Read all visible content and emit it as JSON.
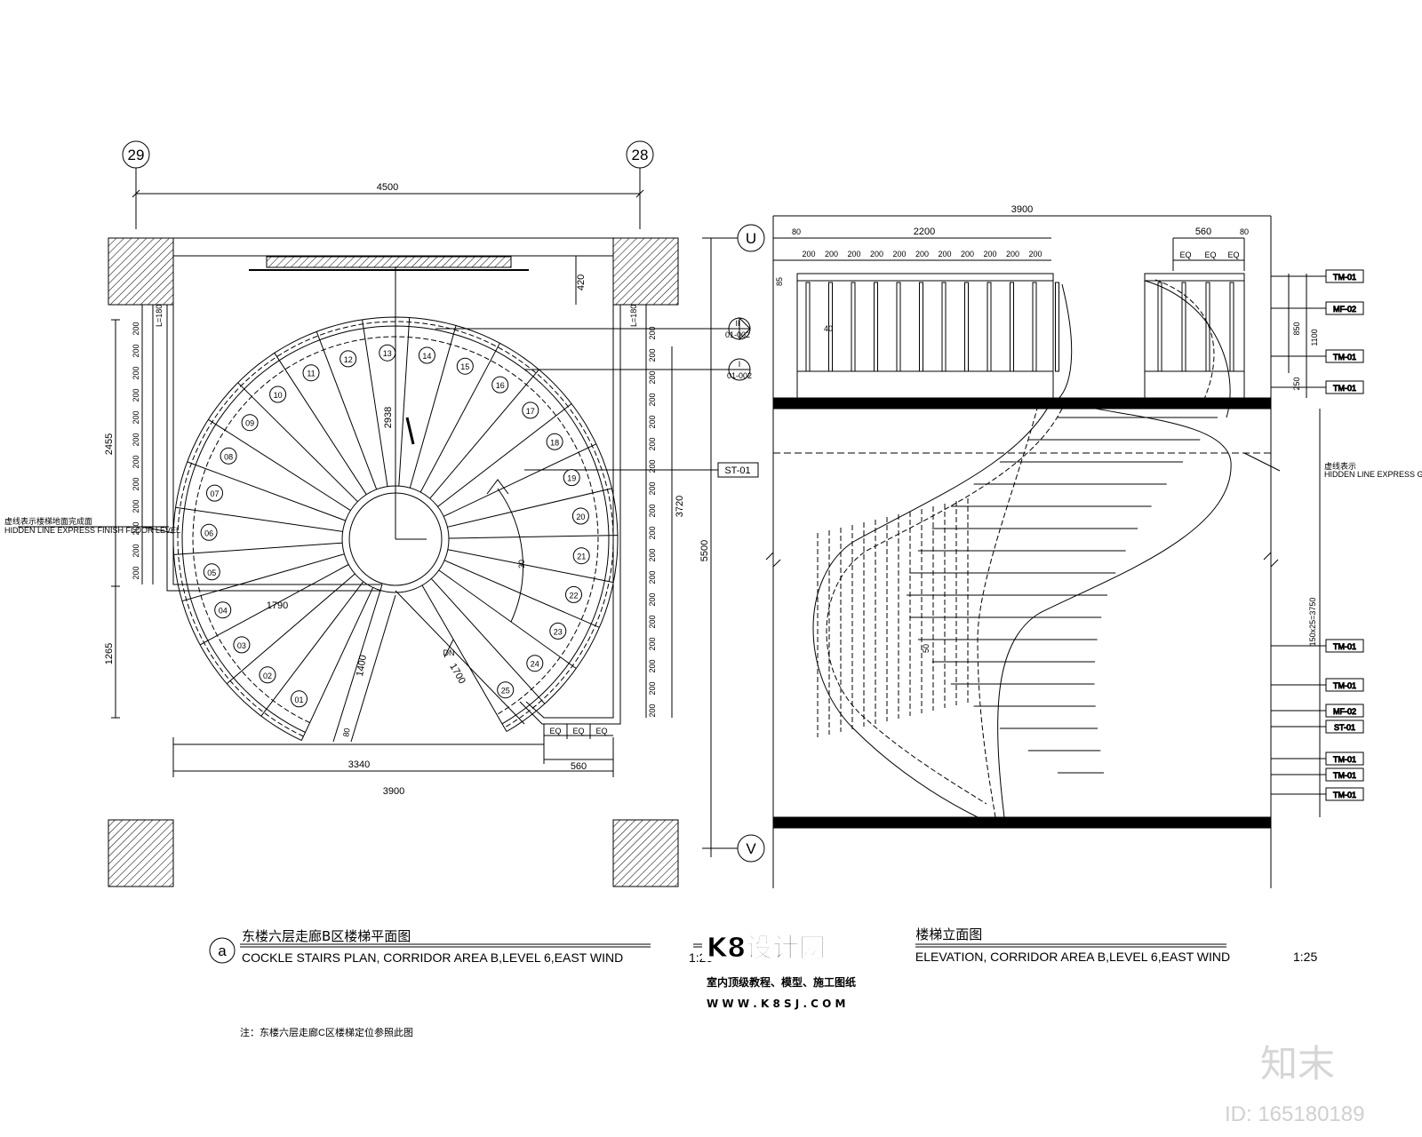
{
  "grid_axes": {
    "col_left": "29",
    "col_right": "28",
    "row_top": "U",
    "row_bottom": "V"
  },
  "plan": {
    "dims": {
      "top_total": "4500",
      "wall_offset": "420",
      "left_upper": "2455",
      "left_lower": "1265",
      "right_span": "3720",
      "overall_right": "5500",
      "bottom_inner": "3340",
      "bottom_total": "3900",
      "bottom_end": "560",
      "dim_1790": "1790",
      "dim_1400": "1400",
      "dim_1700": "1700",
      "dim_2938": "2938",
      "dim_80": "80",
      "dim_30": "30",
      "l180": "L=180",
      "eq": "EQ",
      "step200": "200"
    },
    "steps": [
      "01",
      "02",
      "03",
      "04",
      "05",
      "06",
      "07",
      "08",
      "09",
      "10",
      "11",
      "12",
      "13",
      "14",
      "15",
      "16",
      "17",
      "18",
      "19",
      "20",
      "21",
      "22",
      "23",
      "24",
      "25"
    ],
    "dn_label": "DN",
    "section_refs": [
      {
        "top": "II",
        "bottom": "01-002"
      },
      {
        "top": "I",
        "bottom": "01-002"
      }
    ],
    "tag_st01": "ST-01",
    "left_note_cn": "虚线表示楼梯地面完成面",
    "left_note_en": "HIDDEN LINE EXPRESS FINISH FLOOR LEVEL",
    "title_letter": "a",
    "title_cn": "东楼六层走廊B区楼梯平面图",
    "title_en": "COCKLE STAIRS PLAN, CORRIDOR AREA B,LEVEL 6,EAST WIND",
    "scale": "1:25"
  },
  "elevation": {
    "dims": {
      "total": "3900",
      "left_pad": "80",
      "rail_run": "2200",
      "post_spacing": "200",
      "right_run": "560",
      "right_pad": "80",
      "eq": "EQ",
      "rail_85": "85",
      "rail_40": "40",
      "h850": "850",
      "h1100": "1100",
      "h250": "250",
      "riser_formula": "150x25=3750",
      "dim_50": "50"
    },
    "tags": [
      "TM-01",
      "MF-02",
      "TM-01",
      "TM-01",
      "TM-01",
      "TM-01",
      "MF-02",
      "ST-01",
      "TM-01",
      "TM-01",
      "TM-01"
    ],
    "hidden_note_cn": "虚线表示",
    "hidden_note_en": "HIDDEN LINE EXPRESS GIRDER",
    "title_cn": "东楼六层走廊B区楼梯立面图",
    "title_en": "COCKLE STAIRS ELEVATION, CORRIDOR AREA B,LEVEL 6,EAST WIND",
    "scale": "1:25"
  },
  "note": "注：东楼六层走廊C区楼梯定位参照此图",
  "watermark": {
    "logo": "K8设计网",
    "subtitle": "室内顶级教程、模型、施工图纸",
    "url": "W W W . K 8 S J . C O M"
  },
  "zhimo": {
    "logo": "知末",
    "id": "ID: 165180189"
  }
}
